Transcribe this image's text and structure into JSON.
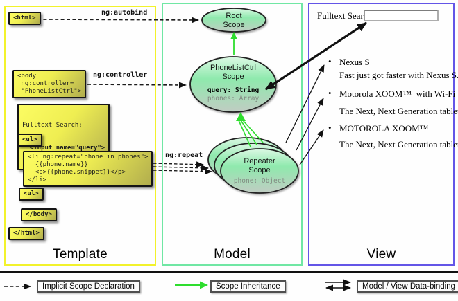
{
  "columns": {
    "template_label": "Template",
    "model_label": "Model",
    "view_label": "View"
  },
  "template_code": {
    "html_open": "<html>",
    "body_open": "<body\n ng:controller=\n \"PhoneListCtrl\">",
    "fulltext_line1": "Fulltext Search:",
    "fulltext_line2": "  <input name=\"query\">",
    "ul_open_1": "<ul>",
    "li_repeat": "<li ng:repeat=\"phone in phones\">\n  {{phone.name}}\n  <p>{{phone.snippet}}</p>\n</li>",
    "ul_open_2": "<ul>",
    "body_close": "</body>",
    "html_close": "</html>"
  },
  "annotations": {
    "autobind": "ng:autobind",
    "controller": "ng:controller",
    "repeat": "ng:repeat"
  },
  "model": {
    "root_scope": "Root\nScope",
    "phonelist_title": "PhoneListCtrl\nScope",
    "phonelist_query": "query: String",
    "phonelist_phones": "phones: Array",
    "repeater_title": "Repeater\nScope",
    "repeater_phone": "phone: Object"
  },
  "view": {
    "search_label": "Fulltext Search:",
    "search_value": "",
    "bullet_glyph": "•",
    "items": [
      {
        "title": "Nexus S",
        "desc": "Fast just got faster with Nexus S."
      },
      {
        "title": "Motorola XOOM™  with Wi-Fi",
        "desc": "The Next, Next Generation tablet."
      },
      {
        "title": "MOTOROLA XOOM™",
        "desc": "The Next, Next Generation tablet."
      }
    ]
  },
  "legend": {
    "implicit": "Implicit Scope Declaration",
    "inheritance": "Scope Inheritance",
    "databinding": "Model / View Data-binding"
  },
  "colors": {
    "template_border": "#f2f22b",
    "model_border": "#70e7a4",
    "view_border": "#6355e7",
    "inherit_green": "#2edd2e",
    "code_box_yellow": "#f3f254",
    "scope_green": "#8fe9ad"
  }
}
